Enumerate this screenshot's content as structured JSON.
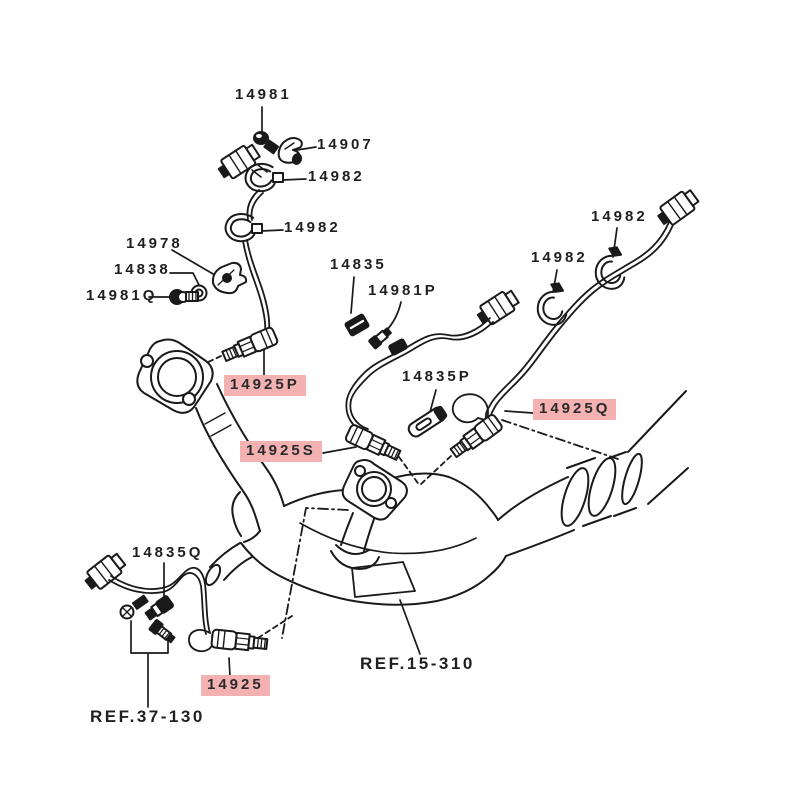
{
  "colors": {
    "background": "#ffffff",
    "line": "#1a1a1a",
    "text": "#1f1f1f",
    "highlight": "#f3b1b1"
  },
  "diagram": {
    "type": "exploded-parts-diagram",
    "callouts": [
      {
        "text": "14981",
        "highlighted": false
      },
      {
        "text": "14907",
        "highlighted": false
      },
      {
        "text": "14982",
        "highlighted": false
      },
      {
        "text": "14982",
        "highlighted": false
      },
      {
        "text": "14978",
        "highlighted": false
      },
      {
        "text": "14838",
        "highlighted": false
      },
      {
        "text": "14981Q",
        "highlighted": false
      },
      {
        "text": "14835",
        "highlighted": false
      },
      {
        "text": "14981P",
        "highlighted": false
      },
      {
        "text": "14835P",
        "highlighted": false
      },
      {
        "text": "14982",
        "highlighted": false
      },
      {
        "text": "14982",
        "highlighted": false
      },
      {
        "text": "14925P",
        "highlighted": true
      },
      {
        "text": "14925S",
        "highlighted": true
      },
      {
        "text": "14925Q",
        "highlighted": true
      },
      {
        "text": "14835Q",
        "highlighted": false
      },
      {
        "text": "14925",
        "highlighted": true
      }
    ],
    "references": [
      {
        "text": "REF.15-310"
      },
      {
        "text": "REF.37-130"
      }
    ]
  }
}
